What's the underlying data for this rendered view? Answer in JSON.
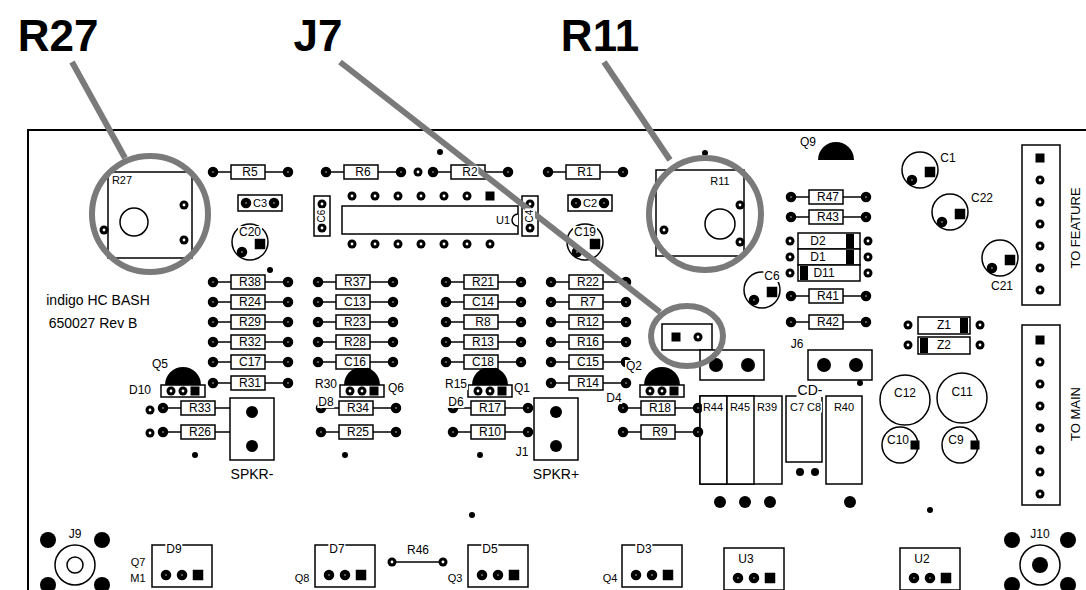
{
  "diagram": {
    "labels": [
      "R27",
      "J7",
      "R11",
      "R27",
      "R5",
      "R6",
      "R2",
      "R1",
      "R11",
      "Q9",
      "C1",
      "C22",
      "C21",
      "C3",
      "C6",
      "U1",
      "C4",
      "C2",
      "C20",
      "C19",
      "R47",
      "R43",
      "D2",
      "D1",
      "D11",
      "R41",
      "R42",
      "C6",
      "indigo HC BASH",
      "650027 Rev B",
      "R38",
      "R24",
      "R29",
      "R32",
      "C17",
      "R31",
      "R37",
      "C13",
      "R23",
      "R28",
      "C16",
      "R21",
      "C14",
      "R8",
      "R13",
      "C18",
      "R22",
      "R7",
      "R12",
      "R16",
      "C15",
      "R14",
      "J6",
      "CD-",
      "Z1",
      "Z2",
      "TO FEATURE",
      "TO MAIN",
      "Q5",
      "D10",
      "R30",
      "Q6",
      "D8",
      "R15",
      "D6",
      "Q1",
      "Q2",
      "D4",
      "R33",
      "R26",
      "R34",
      "R25",
      "R17",
      "R10",
      "R18",
      "R9",
      "SPKR-",
      "SPKR+",
      "J1",
      "R44",
      "R45",
      "R39",
      "C7",
      "C8",
      "R40",
      "C12",
      "C11",
      "C10",
      "C9",
      "J9",
      "D9",
      "Q7",
      "M1",
      "D7",
      "Q8",
      "R46",
      "D5",
      "Q3",
      "D3",
      "Q4",
      "U3",
      "U2",
      "J10"
    ]
  }
}
